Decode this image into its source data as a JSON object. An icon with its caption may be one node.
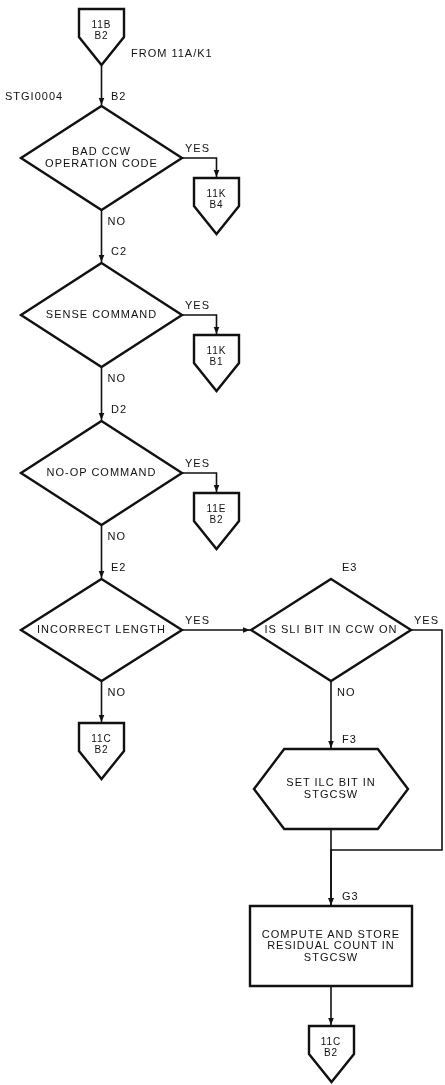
{
  "diagram": {
    "nodes": [
      {
        "text": [
          "11B B2"
        ],
        "beside": [
          "FROM 11A/K1"
        ]
      },
      {
        "text": [
          "BAD CCW OPERATION CODE"
        ],
        "beside": [
          "STGI0004",
          "B2"
        ]
      },
      {
        "text": [
          "11K B4"
        ]
      },
      {
        "text": [
          "SENSE COMMAND"
        ],
        "beside": [
          "C2"
        ]
      },
      {
        "text": [
          "11K B1"
        ]
      },
      {
        "text": [
          "NO-OP COMMAND"
        ],
        "beside": [
          "D2"
        ]
      },
      {
        "text": [
          "11E B2"
        ]
      },
      {
        "text": [
          "INCORRECT LENGTH"
        ],
        "beside": [
          "E2"
        ]
      },
      {
        "text": [
          "IS SLI BIT IN CCW ON"
        ],
        "beside": [
          "E3"
        ]
      },
      {
        "text": [
          "11C B2"
        ]
      },
      {
        "text": [
          "SET ILC BIT IN STGCSW"
        ],
        "beside": [
          "F3"
        ]
      },
      {
        "text": [
          "COMPUTE AND STORE RESIDUAL COUNT IN STGCSW"
        ],
        "beside": [
          "G3"
        ]
      },
      {
        "text": [
          "11C B2"
        ]
      }
    ],
    "edges": [
      {
        "from": 0,
        "to": 1,
        "arrow": "to"
      },
      {
        "from": 1,
        "to": 2,
        "arrow": "to",
        "label": "YES"
      },
      {
        "from": 1,
        "to": 3,
        "arrow": "to",
        "label": "NO"
      },
      {
        "from": 3,
        "to": 4,
        "arrow": "to",
        "label": "YES"
      },
      {
        "from": 3,
        "to": 5,
        "arrow": "to",
        "label": "NO"
      },
      {
        "from": 5,
        "to": 6,
        "arrow": "to",
        "label": "YES"
      },
      {
        "from": 5,
        "to": 7,
        "arrow": "to",
        "label": "NO"
      },
      {
        "from": 7,
        "to": 8,
        "arrow": "to",
        "label": "YES"
      },
      {
        "from": 7,
        "to": 9,
        "arrow": "to",
        "label": "NO"
      },
      {
        "from": 8,
        "to": 11,
        "arrow": "to",
        "label": "YES"
      },
      {
        "from": 8,
        "to": 10,
        "arrow": "to",
        "label": "NO"
      },
      {
        "from": 10,
        "to": 11,
        "arrow": "to"
      },
      {
        "from": 11,
        "to": 12,
        "arrow": "to"
      }
    ]
  }
}
